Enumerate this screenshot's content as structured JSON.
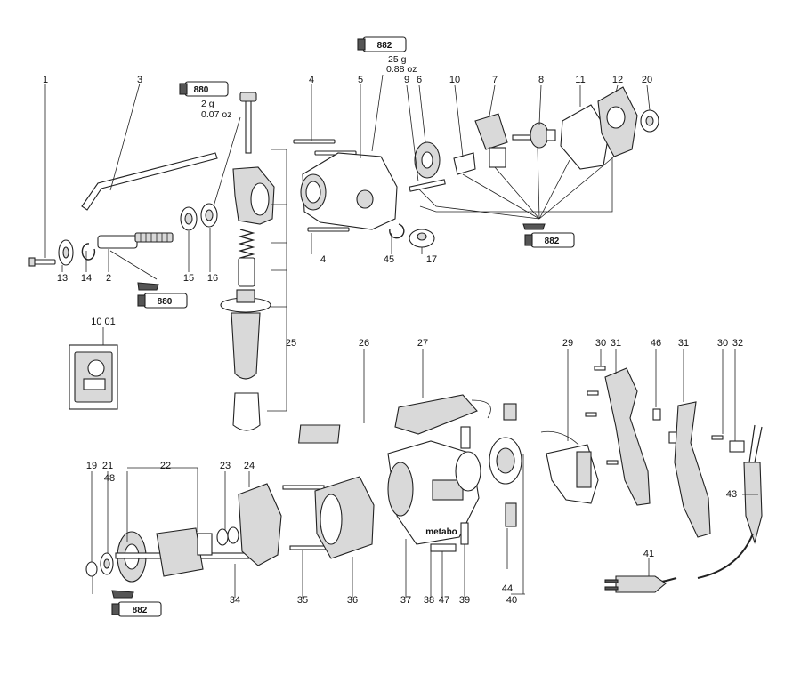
{
  "labels": {
    "p1": "1",
    "p2": "2",
    "p3": "3",
    "p4a": "4",
    "p4b": "4",
    "p5": "5",
    "p6": "6",
    "p7": "7",
    "p8": "8",
    "p9": "9",
    "p10": "10",
    "p11": "11",
    "p12": "12",
    "p13": "13",
    "p14": "14",
    "p15": "15",
    "p16": "16",
    "p17": "17",
    "p19": "19",
    "p20": "20",
    "p21": "21",
    "p22": "22",
    "p23": "23",
    "p24": "24",
    "p25": "25",
    "p26": "26",
    "p27": "27",
    "p29": "29",
    "p30a": "30",
    "p30b": "30",
    "p31a": "31",
    "p31b": "31",
    "p32": "32",
    "p34": "34",
    "p35": "35",
    "p36": "36",
    "p37": "37",
    "p38": "38",
    "p39": "39",
    "p40": "40",
    "p41": "41",
    "p43": "43",
    "p44": "44",
    "p45": "45",
    "p46": "46",
    "p47": "47",
    "p48": "48",
    "p1001": "10 01"
  },
  "grease": {
    "top_right_tube": "882",
    "top_right_amount_g": "25 g",
    "top_right_amount_oz": "0.88 oz",
    "top_left_tube": "880",
    "top_left_amount_g": "2 g",
    "top_left_amount_oz": "0.07 oz",
    "spindle_tube": "880",
    "gearbox_tube": "882",
    "armature_tube": "882"
  },
  "brand_label": "metabo",
  "colors": {
    "line": "#222222",
    "fill_light": "#d9d9d9",
    "fill_dark": "#555555"
  }
}
